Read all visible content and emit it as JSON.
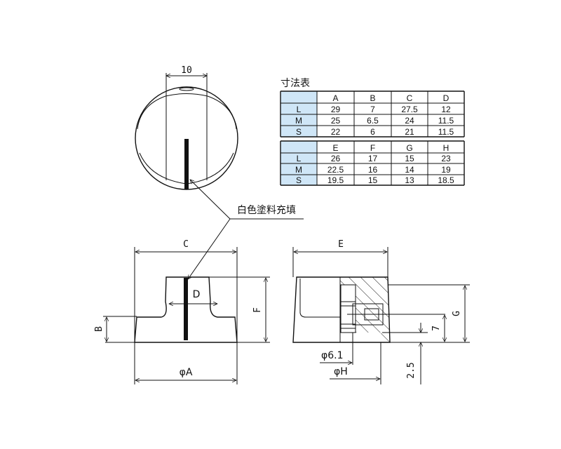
{
  "title": "寸法表",
  "note": "白色塗料充填",
  "top_view": {
    "width_dim": "10"
  },
  "front_view": {
    "dims": {
      "C": "C",
      "D": "D",
      "F": "F",
      "B": "B",
      "A": "φA"
    }
  },
  "side_view": {
    "dims": {
      "E": "E",
      "G": "G",
      "seven": "7",
      "two_five": "2.5",
      "phi61": "φ6.1",
      "H": "φH"
    }
  },
  "table1": {
    "headers": [
      "A",
      "B",
      "C",
      "D"
    ],
    "rows": [
      {
        "size": "L",
        "values": [
          "29",
          "7",
          "27.5",
          "12"
        ]
      },
      {
        "size": "M",
        "values": [
          "25",
          "6.5",
          "24",
          "11.5"
        ]
      },
      {
        "size": "S",
        "values": [
          "22",
          "6",
          "21",
          "11.5"
        ]
      }
    ]
  },
  "table2": {
    "headers": [
      "E",
      "F",
      "G",
      "H"
    ],
    "rows": [
      {
        "size": "L",
        "values": [
          "26",
          "17",
          "15",
          "23"
        ]
      },
      {
        "size": "M",
        "values": [
          "22.5",
          "16",
          "14",
          "19"
        ]
      },
      {
        "size": "S",
        "values": [
          "19.5",
          "15",
          "13",
          "18.5"
        ]
      }
    ]
  },
  "colors": {
    "size_cell": "#cfe6f7",
    "line": "#111111"
  }
}
